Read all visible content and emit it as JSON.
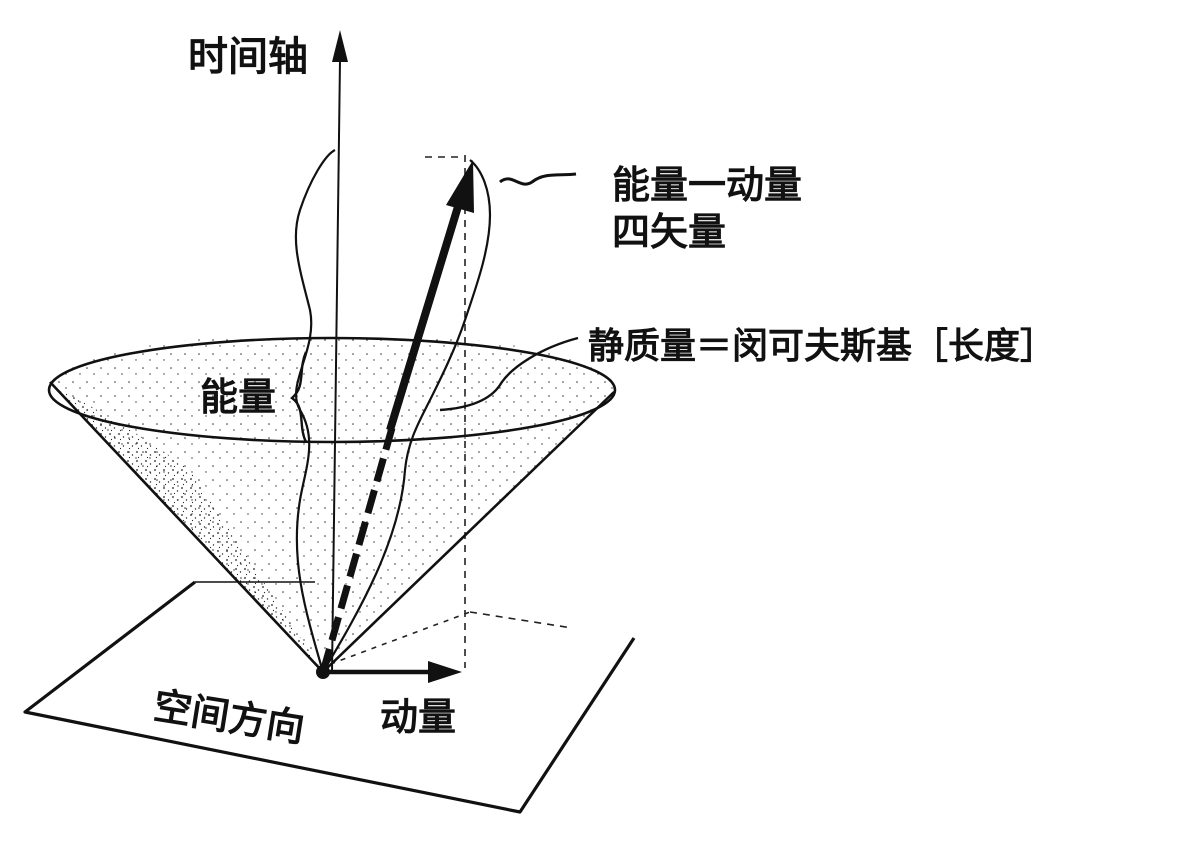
{
  "labels": {
    "time_axis": "时间轴",
    "four_vector_line1": "能量一动量",
    "four_vector_line2": "四矢量",
    "rest_mass": "静质量＝闵可夫斯基［长度］",
    "energy": "能量",
    "momentum": "动量",
    "space_direction": "空间方向"
  },
  "colors": {
    "ink": "#111111",
    "background": "#ffffff"
  }
}
